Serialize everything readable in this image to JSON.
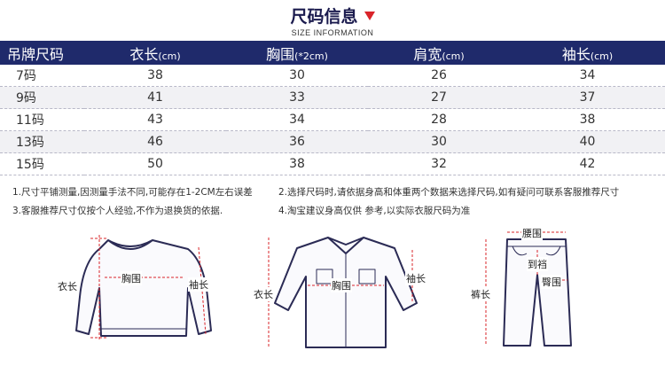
{
  "header": {
    "title": "尺码信息",
    "subtitle": "SIZE INFORMATION"
  },
  "table": {
    "columns": [
      {
        "main": "吊牌尺码",
        "unit": ""
      },
      {
        "main": "衣长",
        "unit": "(cm)"
      },
      {
        "main": "胸围",
        "unit": "(*2cm)"
      },
      {
        "main": "肩宽",
        "unit": "(cm)"
      },
      {
        "main": "袖长",
        "unit": "(cm)"
      }
    ],
    "rows": [
      [
        "7码",
        "38",
        "30",
        "26",
        "34"
      ],
      [
        "9码",
        "41",
        "33",
        "27",
        "37"
      ],
      [
        "11码",
        "43",
        "34",
        "28",
        "38"
      ],
      [
        "13码",
        "46",
        "36",
        "30",
        "40"
      ],
      [
        "15码",
        "50",
        "38",
        "32",
        "42"
      ]
    ]
  },
  "notes": [
    "1.尺寸平铺测量,因测量手法不同,可能存在1-2CM左右误差",
    "2.选择尺码时,请依据身高和体重两个数据来选择尺码,如有疑问可联系客服推荐尺寸",
    "3.客服推荐尺寸仅按个人经验,不作为退换货的依据.",
    "4.淘宝建议身高仅供 参考,以实际衣服尺码为准"
  ],
  "diagrams": {
    "sweater": {
      "length": "衣长",
      "chest": "胸围",
      "sleeve": "袖长"
    },
    "shirt": {
      "length": "衣长",
      "chest": "胸围",
      "sleeve": "袖长"
    },
    "pants": {
      "waist": "腰围",
      "crotch": "到裆",
      "hip": "臀围",
      "length": "裤长"
    }
  },
  "colors": {
    "header_bg": "#1f2a6b",
    "accent": "#d9242a",
    "outline": "#2b2b55"
  }
}
